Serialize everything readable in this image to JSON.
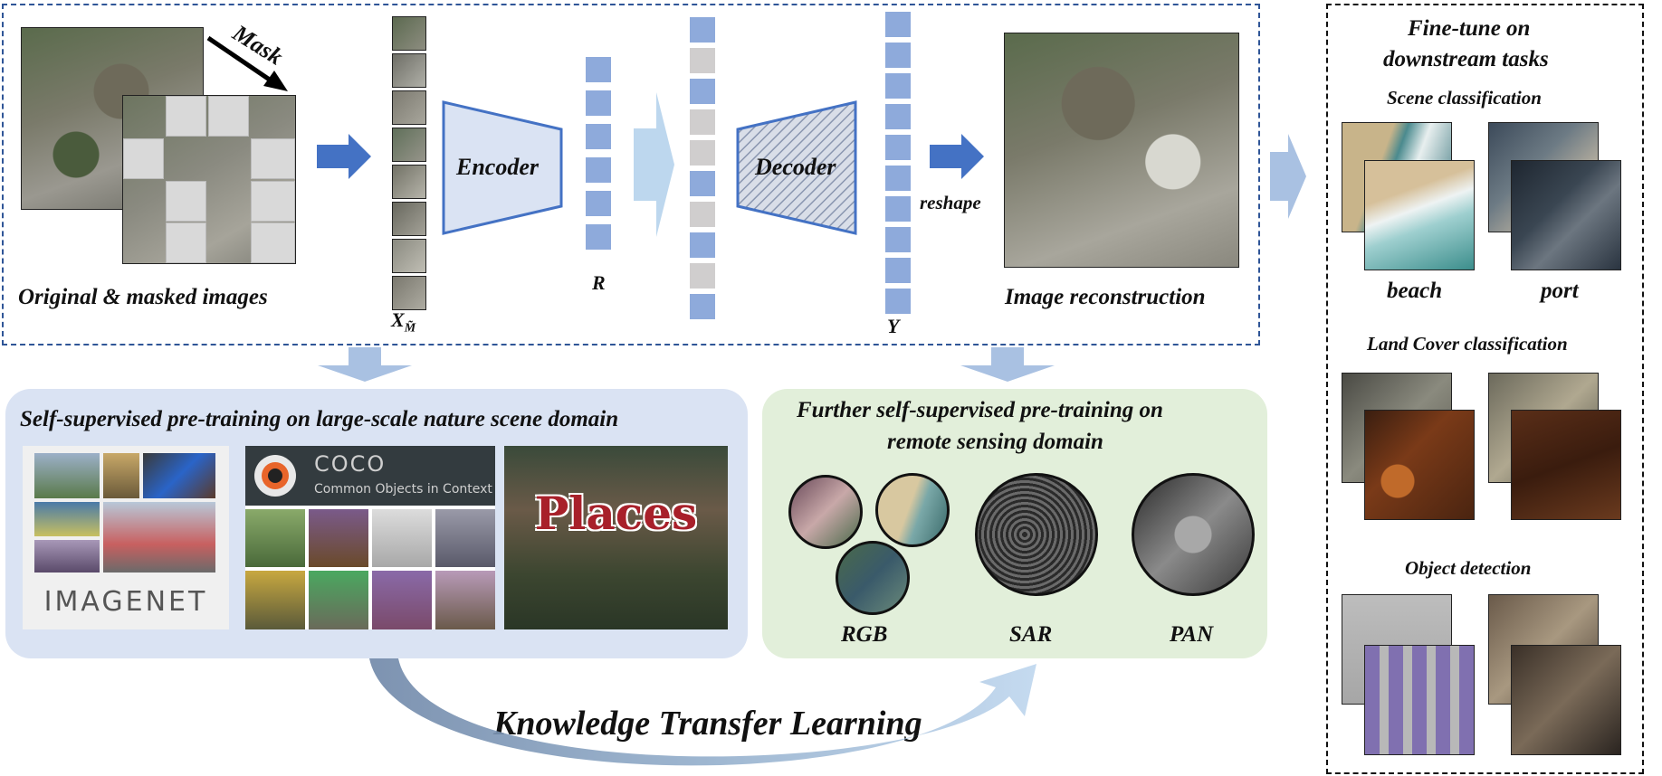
{
  "pretrain_pipeline": {
    "mask_label": "Mask",
    "original_masked_caption": "Original & masked images",
    "x_label": "X",
    "x_subscript": "M̃",
    "encoder_label": "Encoder",
    "r_label": "R",
    "decoder_label": "Decoder",
    "y_label": "Y",
    "reshape_label": "reshape",
    "reconstruction_caption": "Image reconstruction"
  },
  "finetune": {
    "title_line1": "Fine-tune on",
    "title_line2": "downstream tasks",
    "scene_classification": "Scene classification",
    "beach": "beach",
    "port": "port",
    "land_cover_classification": "Land Cover classification",
    "object_detection": "Object detection"
  },
  "nature_domain": {
    "title": "Self-supervised pre-training on large-scale nature scene domain",
    "imagenet_logo": "IMAGENET",
    "coco_logo": "COCO",
    "coco_subtitle": "Common Objects in Context",
    "places_logo": "Places"
  },
  "remote_domain": {
    "title_line1": "Further self-supervised pre-training on",
    "title_line2": "remote sensing domain",
    "rgb": "RGB",
    "sar": "SAR",
    "pan": "PAN"
  },
  "transfer_label": "Knowledge Transfer Learning",
  "colors": {
    "accent_blue": "#2f5597",
    "token_blue": "#8eaadb",
    "token_gray": "#d0cece",
    "arrow_blue": "#4472c4",
    "light_arrow": "#bdd7ee",
    "nature_panel": "#dae3f3",
    "remote_panel": "#e2efda"
  }
}
